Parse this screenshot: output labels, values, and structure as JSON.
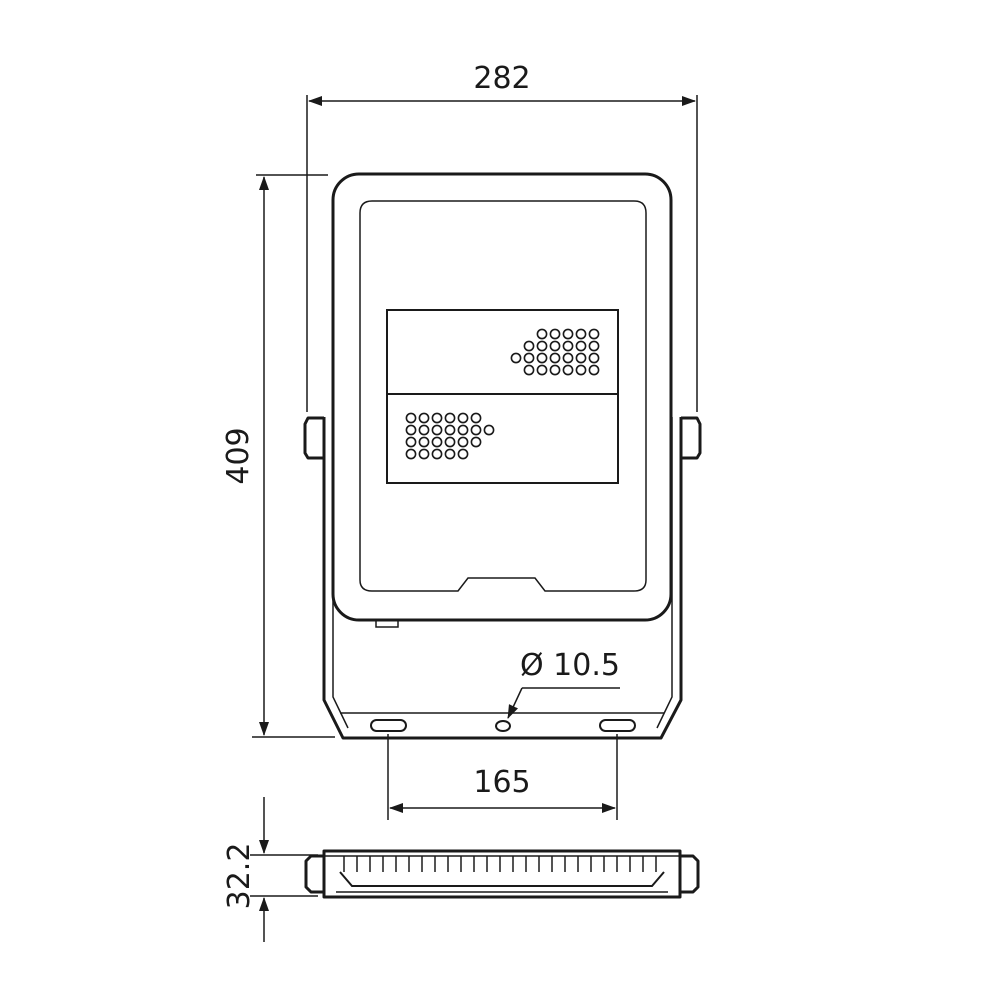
{
  "dimensions": {
    "width": "282",
    "height": "409",
    "hole_diameter": "Ø 10.5",
    "hole_spacing": "165",
    "depth": "32.2"
  },
  "led_grid": {
    "upper_rows": [
      5,
      6,
      7,
      6
    ],
    "lower_rows": [
      6,
      7,
      6,
      5
    ]
  }
}
